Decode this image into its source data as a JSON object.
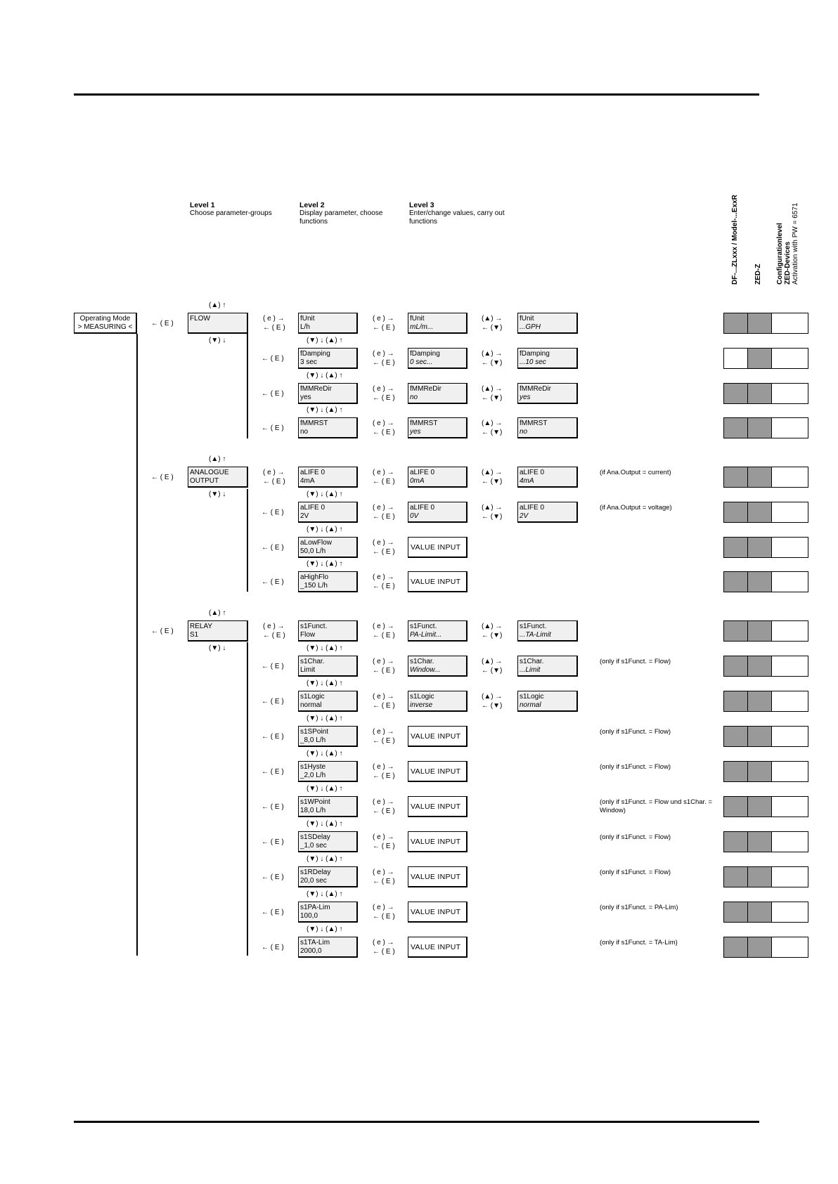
{
  "header": {
    "level1_title": "Level 1",
    "level1_sub": "Choose parameter-groups",
    "level2_title": "Level 2",
    "level2_sub": "Display parameter, choose functions",
    "level3_title": "Level 3",
    "level3_sub": "Enter/change values, carry out functions",
    "col1": "DF-...ZLxxx / Model-...ExxR",
    "col2": "ZED-Z",
    "col3a": "Configurationlevel",
    "col3b": "ZED-Devices",
    "col3c": "Activation with PW = 6571"
  },
  "operating_mode": {
    "line1": "Operating Mode",
    "line2": "> MEASURING <"
  },
  "symbols": {
    "E_back": "← ( E )",
    "e_fwd": "( e ) →",
    "up_fwd": "(▲) →",
    "down_back": "← (▼)",
    "nav_between": "(▼) ↓  (▲) ↑",
    "up_arrow": "(▲) ↑",
    "down_arrow": "(▼) ↓"
  },
  "groups": [
    {
      "line1": "FLOW",
      "line2": ""
    },
    {
      "line1": "ANALOGUE",
      "line2": "OUTPUT"
    },
    {
      "line1": "RELAY",
      "line2": "S1"
    }
  ],
  "rows": [
    {
      "l2a": "fUnit",
      "l2b": "L/h",
      "l3a": "fUnit",
      "l3b": "mL/m...",
      "l4a": "fUnit",
      "l4b": "...GPH",
      "note": "",
      "c1": "g"
    },
    {
      "l2a": "fDamping",
      "l2b": "3 sec",
      "l3a": "fDamping",
      "l3b": "0 sec...",
      "l4a": "fDamping",
      "l4b": "...10 sec",
      "note": "",
      "c1": "w"
    },
    {
      "l2a": "fMMReDir",
      "l2b": "yes",
      "l3a": "fMMReDir",
      "l3b": "no",
      "l4a": "fMMReDir",
      "l4b": "yes",
      "note": "",
      "c1": "g"
    },
    {
      "l2a": "fMMRST",
      "l2b": "no",
      "l3a": "fMMRST",
      "l3b": "yes",
      "l4a": "fMMRST",
      "l4b": "no",
      "note": "",
      "c1": "g"
    },
    {
      "l2a": "aLIFE 0",
      "l2b": "4mA",
      "l3a": "aLIFE 0",
      "l3b": "0mA",
      "l4a": "aLIFE 0",
      "l4b": "4mA",
      "note": "(if Ana.Output = current)",
      "c1": "g"
    },
    {
      "l2a": "aLIFE 0",
      "l2b": "2V",
      "l3a": "aLIFE 0",
      "l3b": "0V",
      "l4a": "aLIFE 0",
      "l4b": "2V",
      "note": "(if Ana.Output = voltage)",
      "c1": "g"
    },
    {
      "l2a": "aLowFlow",
      "l2b": "50,0 L/h",
      "vi": "VALUE  INPUT",
      "note": "",
      "c1": "g"
    },
    {
      "l2a": "aHighFlo",
      "l2b": "_150 L/h",
      "vi": "VALUE  INPUT",
      "note": "",
      "c1": "g"
    },
    {
      "l2a": "s1Funct.",
      "l2b": "Flow",
      "l3a": "s1Funct.",
      "l3b": "PA-Limit...",
      "l4a": "s1Funct.",
      "l4b": "...TA-Limit",
      "note": "",
      "c1": "g"
    },
    {
      "l2a": "s1Char.",
      "l2b": "Limit",
      "l3a": "s1Char.",
      "l3b": "Window...",
      "l4a": "s1Char.",
      "l4b": "...Limit",
      "note": "(only if s1Funct. = Flow)",
      "c1": "g"
    },
    {
      "l2a": "s1Logic",
      "l2b": "normal",
      "l3a": "s1Logic",
      "l3b": "inverse",
      "l4a": "s1Logic",
      "l4b": "normal",
      "note": "",
      "c1": "g"
    },
    {
      "l2a": "s1SPoint",
      "l2b": "_8,0 L/h",
      "vi": "VALUE  INPUT",
      "note": "(only if s1Funct. = Flow)",
      "c1": "g"
    },
    {
      "l2a": "s1Hyste",
      "l2b": "_2,0 L/h",
      "vi": "VALUE  INPUT",
      "note": "(only if s1Funct. = Flow)",
      "c1": "g"
    },
    {
      "l2a": "s1WPoint",
      "l2b": "18,0 L/h",
      "vi": "VALUE  INPUT",
      "note": "(only if s1Funct. = Flow und s1Char. = Window)",
      "c1": "g"
    },
    {
      "l2a": "s1SDelay",
      "l2b": "_1,0 sec",
      "vi": "VALUE  INPUT",
      "note": "(only if s1Funct. = Flow)",
      "c1": "g"
    },
    {
      "l2a": "s1RDelay",
      "l2b": "20,0 sec",
      "vi": "VALUE  INPUT",
      "note": "(only if s1Funct. = Flow)",
      "c1": "g"
    },
    {
      "l2a": "s1PA-Lim",
      "l2b": "100,0",
      "vi": "VALUE  INPUT",
      "note": "(only if s1Funct. = PA-Lim)",
      "c1": "g"
    },
    {
      "l2a": "s1TA-Lim",
      "l2b": "2000,0",
      "vi": "VALUE  INPUT",
      "note": "(only if s1Funct. = TA-Lim)",
      "c1": "g"
    }
  ]
}
